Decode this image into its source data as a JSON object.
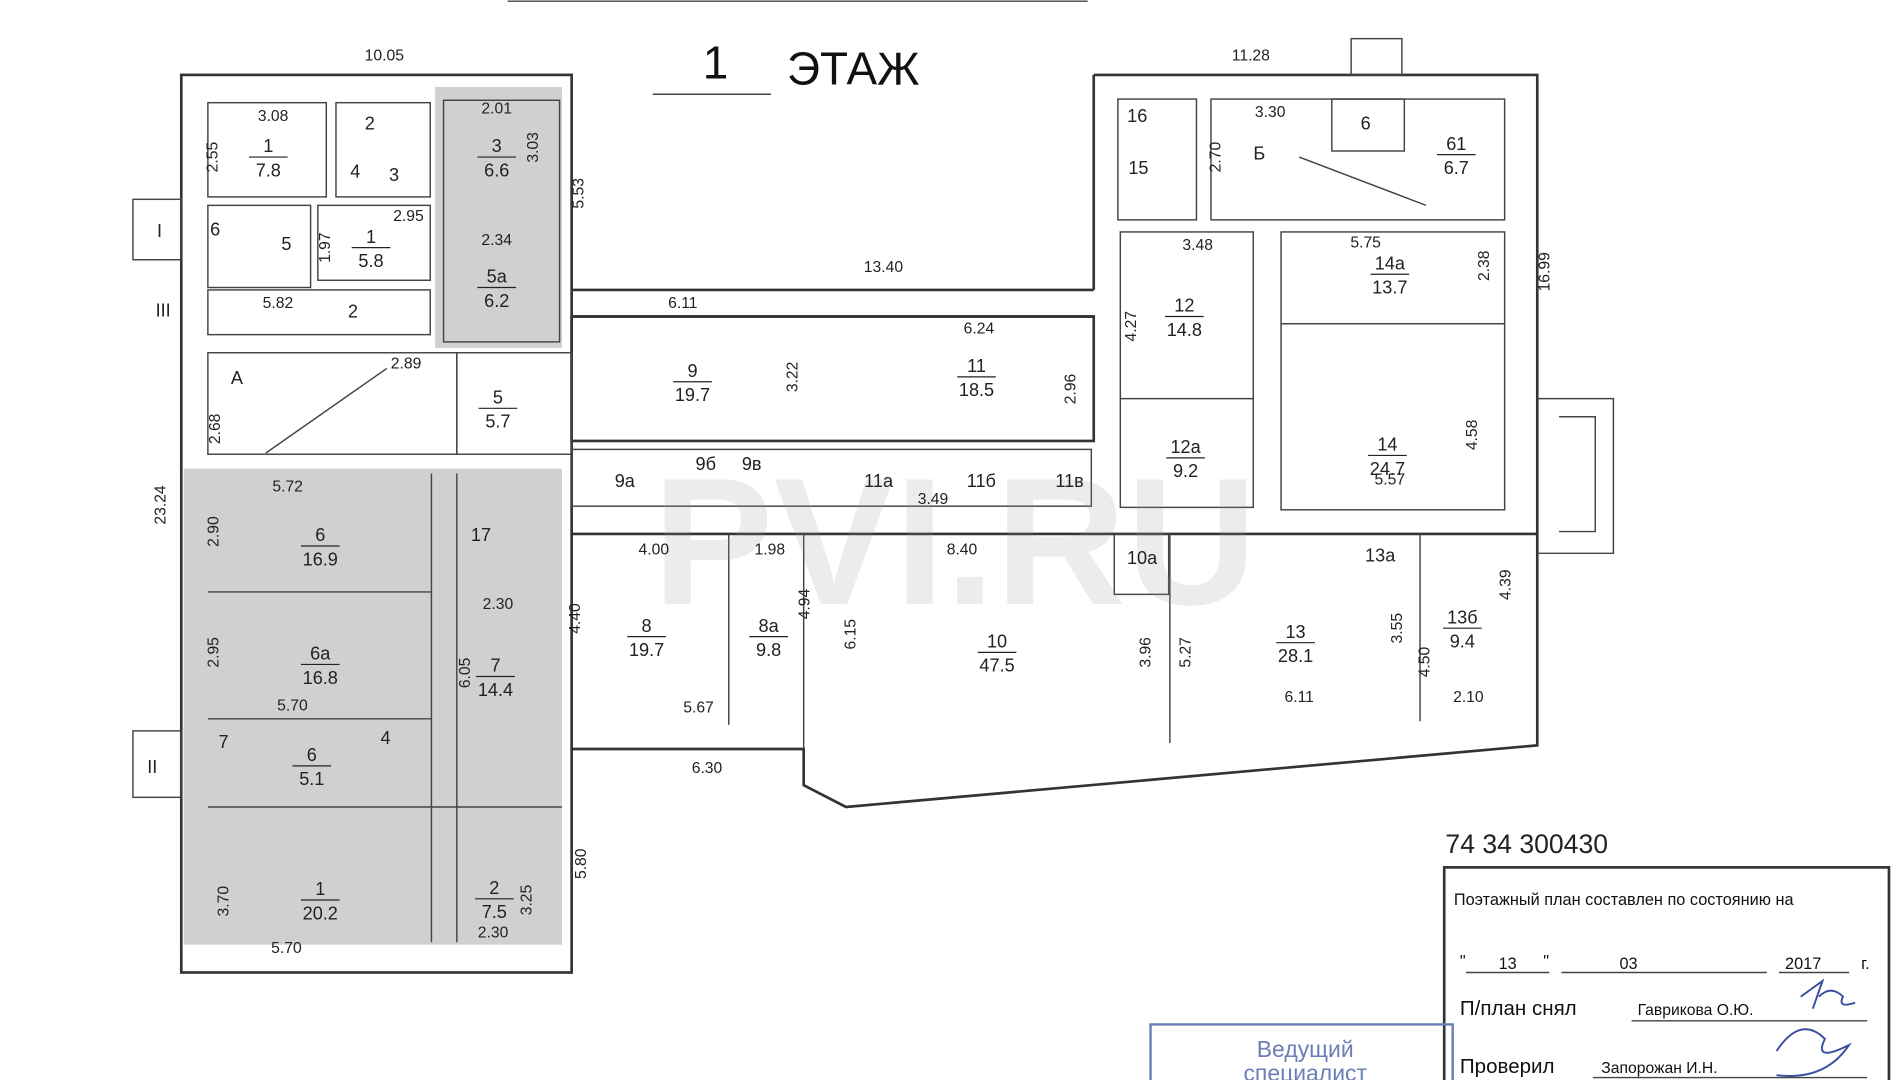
{
  "title": {
    "number": "1",
    "label": "ЭТАЖ"
  },
  "watermark": "PVI.RU",
  "rooms": [
    {
      "id": "1",
      "area": "7.8"
    },
    {
      "id": "2"
    },
    {
      "id": "4"
    },
    {
      "id": "3"
    },
    {
      "id": "3",
      "area": "6.6"
    },
    {
      "id": "6"
    },
    {
      "id": "5"
    },
    {
      "id": "1",
      "area": "5.8"
    },
    {
      "id": "5а",
      "area": "6.2"
    },
    {
      "id": "2"
    },
    {
      "id": "А"
    },
    {
      "id": "5",
      "area": "5.7"
    },
    {
      "id": "9",
      "area": "19.7"
    },
    {
      "id": "11",
      "area": "18.5"
    },
    {
      "id": "9а"
    },
    {
      "id": "9б"
    },
    {
      "id": "9в"
    },
    {
      "id": "11а"
    },
    {
      "id": "11б"
    },
    {
      "id": "11в"
    },
    {
      "id": "12",
      "area": "14.8"
    },
    {
      "id": "12а",
      "area": "9.2"
    },
    {
      "id": "14а",
      "area": "13.7"
    },
    {
      "id": "14",
      "area": "24.7"
    },
    {
      "id": "16"
    },
    {
      "id": "15"
    },
    {
      "id": "Б"
    },
    {
      "id": "6"
    },
    {
      "id": "61",
      "area": "6.7"
    },
    {
      "id": "8",
      "area": "19.7"
    },
    {
      "id": "8а",
      "area": "9.8"
    },
    {
      "id": "10",
      "area": "47.5"
    },
    {
      "id": "10а"
    },
    {
      "id": "13",
      "area": "28.1"
    },
    {
      "id": "13а"
    },
    {
      "id": "13б",
      "area": "9.4"
    },
    {
      "id": "6",
      "area": "16.9"
    },
    {
      "id": "17"
    },
    {
      "id": "6а",
      "area": "16.8"
    },
    {
      "id": "7",
      "area": "14.4"
    },
    {
      "id": "6",
      "area": "5.1"
    },
    {
      "id": "4"
    },
    {
      "id": "7"
    },
    {
      "id": "1",
      "area": "20.2"
    },
    {
      "id": "2",
      "area": "7.5"
    }
  ],
  "dimensions": [
    "10.05",
    "3.08",
    "2.55",
    "2.01",
    "3.03",
    "2.95",
    "1.97",
    "2.34",
    "5.53",
    "5.82",
    "2.89",
    "2.68",
    "13.40",
    "6.11",
    "3.22",
    "6.24",
    "2.96",
    "3.49",
    "3.48",
    "4.27",
    "5.75",
    "2.38",
    "16.99",
    "4.58",
    "5.57",
    "3.30",
    "2.70",
    "11.28",
    "23.24",
    "4.00",
    "1.98",
    "4.40",
    "5.67",
    "4.94",
    "6.30",
    "8.40",
    "6.15",
    "3.96",
    "5.27",
    "6.11",
    "3.55",
    "4.39",
    "4.50",
    "2.10",
    "5.72",
    "2.90",
    "2.30",
    "2.95",
    "6.05",
    "5.70",
    "3.70",
    "5.70",
    "3.25",
    "2.30",
    "5.80"
  ],
  "entrances": [
    "I",
    "III",
    "II"
  ],
  "inventory_number": "74 34 300430",
  "title_block": {
    "heading": "Поэтажный план составлен по состоянию на",
    "day": "13",
    "month": "03",
    "year": "2017",
    "year_suffix": "г.",
    "drawn_label": "П/план снял",
    "drawn_by": "Гаврикова О.Ю.",
    "checked_label": "Проверил",
    "checked_by": "Запорожан И.Н."
  },
  "stamp": {
    "line1": "Ведущий",
    "line2": "специалист"
  }
}
